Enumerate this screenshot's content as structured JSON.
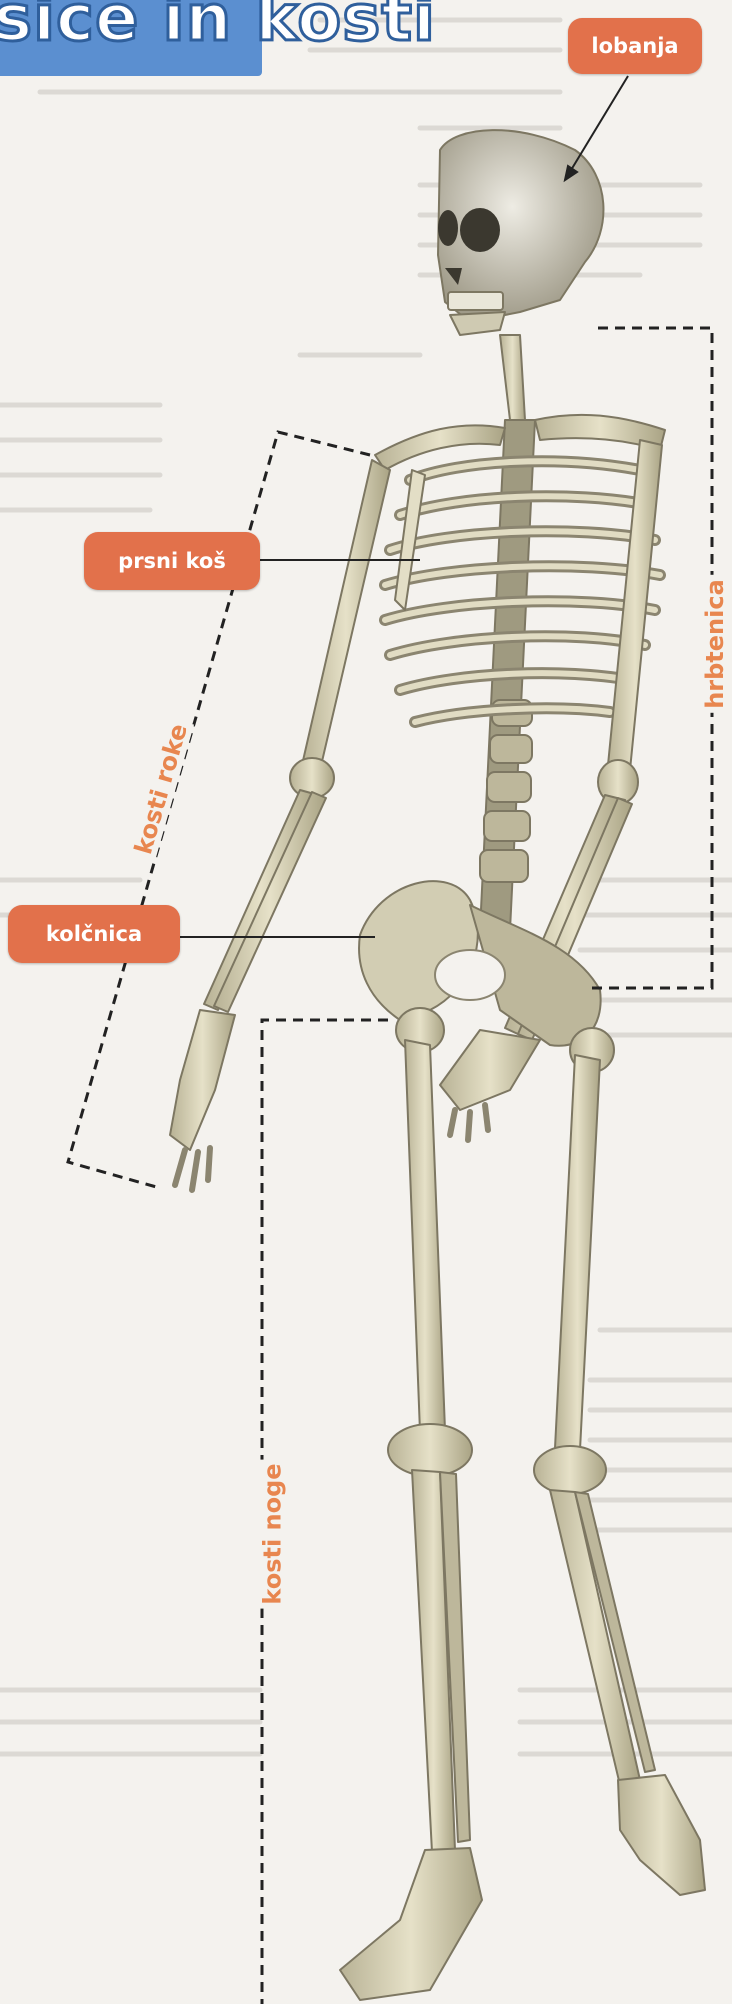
{
  "title": "sice in kosti",
  "labels": {
    "skull": "lobanja",
    "ribcage": "prsni koš",
    "pelvis": "kolčnica",
    "arm_bones": "kosti roke",
    "spine": "hrbtenica",
    "leg_bones": "kosti noge"
  },
  "colors": {
    "label_fill": "#e2714b",
    "bracket_label": "#e8864f",
    "title_banner": "#5b8fd0",
    "bone": "#d9d4b8"
  }
}
